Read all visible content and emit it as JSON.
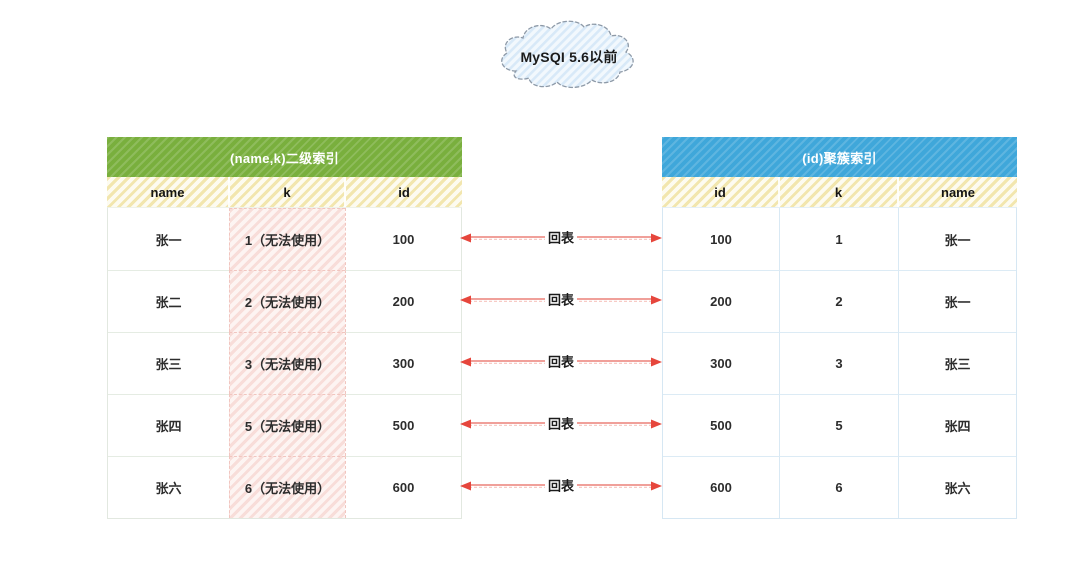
{
  "cloud": {
    "label": "MySQI 5.6以前"
  },
  "left_table": {
    "title": "(name,k)二级索引",
    "headers": [
      "name",
      "k",
      "id"
    ],
    "rows": [
      [
        "张一",
        "1（无法使用）",
        "100"
      ],
      [
        "张二",
        "2（无法使用）",
        "200"
      ],
      [
        "张三",
        "3（无法使用）",
        "300"
      ],
      [
        "张四",
        "5（无法使用）",
        "500"
      ],
      [
        "张六",
        "6（无法使用）",
        "600"
      ]
    ]
  },
  "right_table": {
    "title": "(id)聚簇索引",
    "headers": [
      "id",
      "k",
      "name"
    ],
    "rows": [
      [
        "100",
        "1",
        "张一"
      ],
      [
        "200",
        "2",
        "张一"
      ],
      [
        "300",
        "3",
        "张三"
      ],
      [
        "500",
        "5",
        "张四"
      ],
      [
        "600",
        "6",
        "张六"
      ]
    ]
  },
  "arrows": {
    "labels": [
      "回表",
      "回表",
      "回表",
      "回表",
      "回表"
    ]
  },
  "colors": {
    "secondary_index_header": "#79af3d",
    "clustered_index_header": "#3fa7da",
    "column_header_hatch": "#f2e6ae",
    "unusable_column_hatch": "#f8ddd9",
    "arrow_red": "#e6463c",
    "cloud_fill": "#d8e9f8"
  }
}
